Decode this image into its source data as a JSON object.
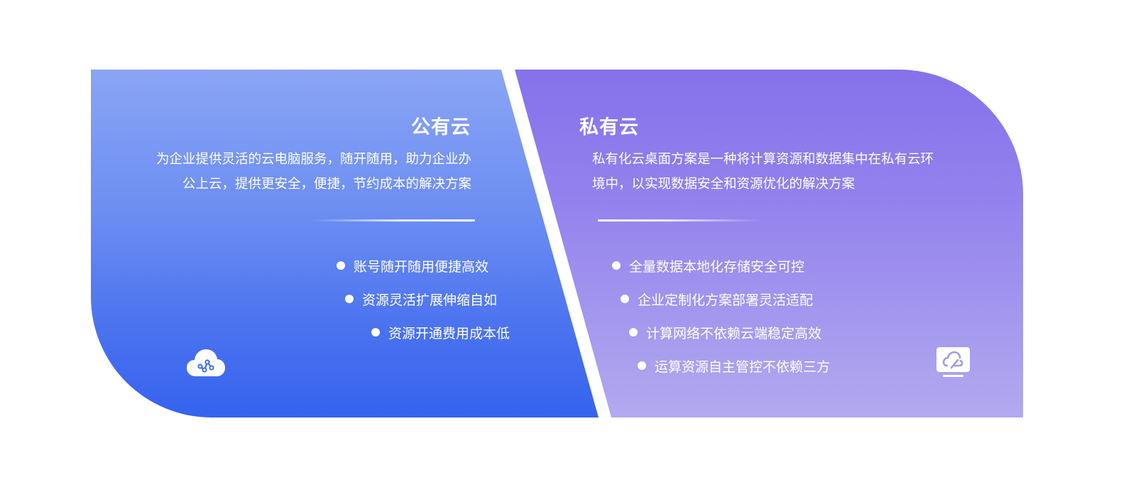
{
  "public_cloud": {
    "title": "公有云",
    "description_lines": [
      "为企业提供灵活的云电脑服务，随开随用，助力企业办",
      "公上云，提供更安全，便捷，节约成本的解决方案"
    ],
    "features": [
      "账号随开随用便捷高效",
      "资源灵活扩展伸缩自如",
      "资源开通费用成本低"
    ],
    "icon": "cloud-network-icon"
  },
  "private_cloud": {
    "title": "私有云",
    "description_lines": [
      "私有化云桌面方案是一种将计算资源和数据集中在私有云环",
      "境中，以实现数据安全和资源优化的解决方案"
    ],
    "features": [
      "全量数据本地化存储安全可控",
      "企业定制化方案部署灵活适配",
      "计算网络不依赖云端稳定高效",
      "运算资源自主管控不依赖三方"
    ],
    "icon": "cloud-monitor-icon"
  },
  "colors": {
    "public_gradient_top": "#8aa5f5",
    "public_gradient_bottom": "#3563ef",
    "private_gradient_top": "#8671eb",
    "private_gradient_bottom": "#b2a9ef",
    "text": "#ffffff"
  }
}
